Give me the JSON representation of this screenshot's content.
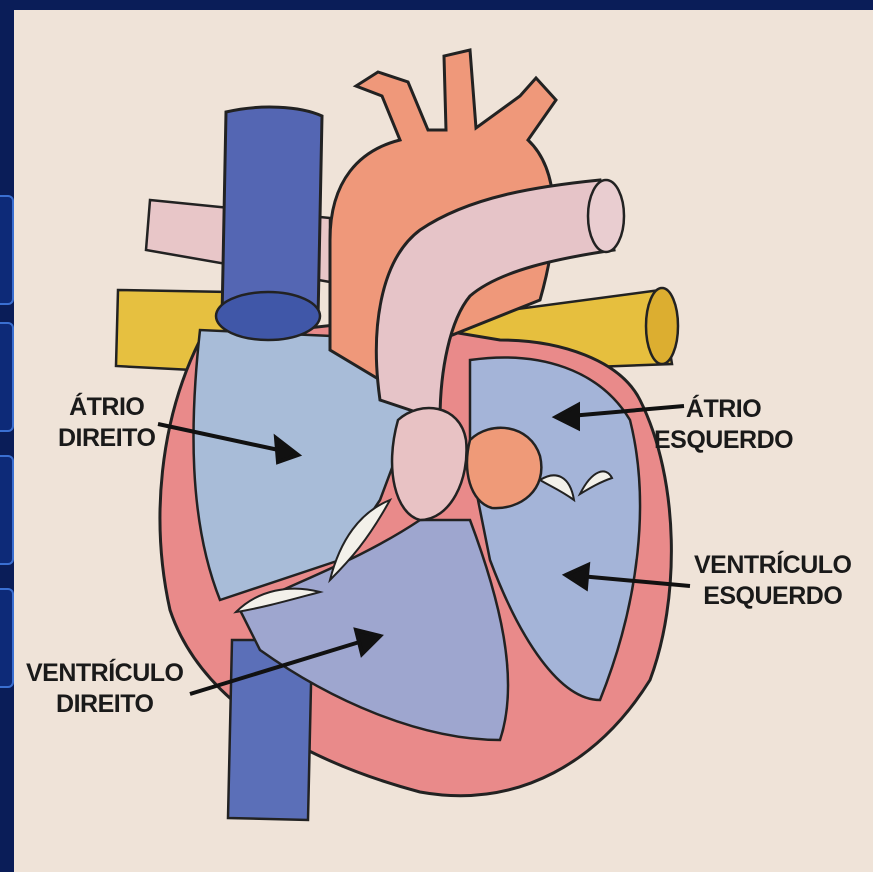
{
  "labels": {
    "right_atrium": {
      "line1": "ÁTRIO",
      "line2": "DIREITO"
    },
    "left_atrium": {
      "line1": "ÁTRIO",
      "line2": "ESQUERDO"
    },
    "left_ventricle": {
      "line1": "VENTRÍCULO",
      "line2": "ESQUERDO"
    },
    "right_ventricle": {
      "line1": "VENTRÍCULO",
      "line2": "DIREITO"
    }
  },
  "colors": {
    "frame": "#0a1d58",
    "paper": "#efe3d8",
    "vena_cava": "#5a70b8",
    "aorta": "#ef9a7a",
    "pulmonary_artery": "#e3c3c6",
    "pulmonary_veins": "#e8c448",
    "myocardium": "#ea8a88",
    "chamber": "#a9b8d6",
    "ventricle": "#9ea6cf"
  }
}
